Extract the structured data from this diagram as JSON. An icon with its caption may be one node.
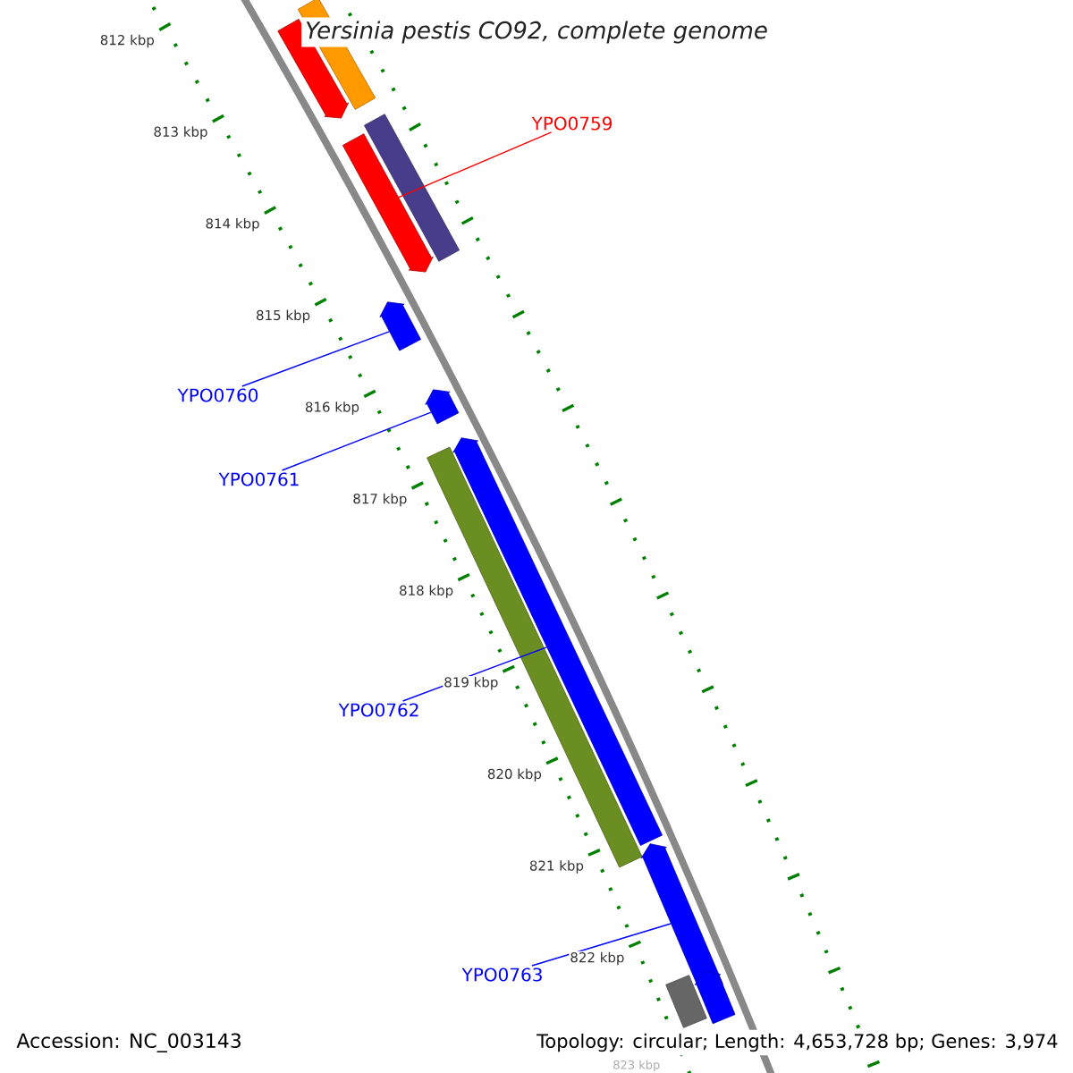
{
  "diagram": {
    "title": "Yersinia pestis CO92, complete genome",
    "nodes": [
      {
        "text": [],
        "shape": "bar"
      },
      {
        "text": [],
        "shape": "arrow"
      },
      {
        "text": [
          "YPO0759"
        ]
      },
      {
        "text": [],
        "shape": "bar"
      },
      {
        "text": [],
        "shape": "arrow"
      },
      {
        "text": [],
        "shape": "arrow"
      },
      {
        "text": [
          "YPO0760"
        ]
      },
      {
        "text": [],
        "shape": "arrow"
      },
      {
        "text": [
          "YPO0761"
        ]
      },
      {
        "text": [],
        "shape": "arrow"
      },
      {
        "text": [],
        "shape": "bar"
      },
      {
        "text": [
          "YPO0762"
        ]
      },
      {
        "text": [],
        "shape": "arrow"
      },
      {
        "text": [
          "YPO0763"
        ]
      },
      {
        "text": [],
        "shape": "bar"
      },
      {
        "text": [],
        "shape": "arrow"
      }
    ],
    "edges": [
      {
        "from": 2,
        "to": 4,
        "arrow": "none",
        "color": "#ff0000"
      },
      {
        "from": 6,
        "to": 5,
        "arrow": "none"
      },
      {
        "from": 8,
        "to": 7,
        "arrow": "none"
      },
      {
        "from": 11,
        "to": 9,
        "arrow": "none"
      },
      {
        "from": 13,
        "to": 12,
        "arrow": "none"
      }
    ],
    "labels": [
      "812 kbp",
      "813 kbp",
      "814 kbp",
      "815 kbp",
      "816 kbp",
      "817 kbp",
      "818 kbp",
      "819 kbp",
      "820 kbp",
      "821 kbp",
      "822 kbp",
      "823 kbp",
      "Accession: NC_003143",
      "Topology: circular; Length: 4,653,728 bp; Genes: 3,974"
    ]
  }
}
